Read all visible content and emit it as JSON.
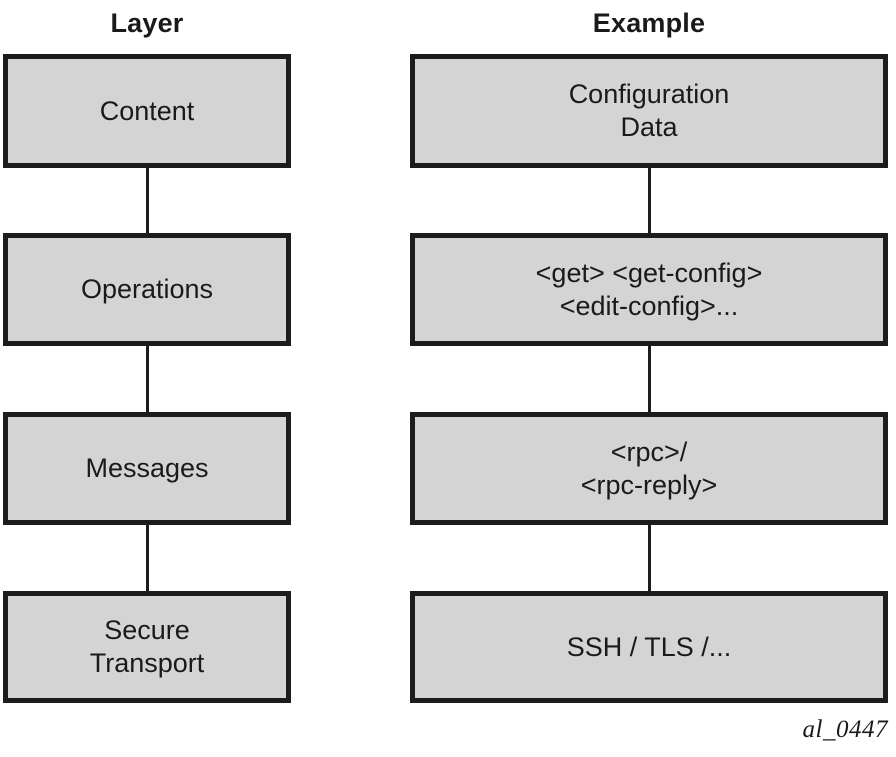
{
  "figure": {
    "caption": "al_0447",
    "box_fill_color": "#d4d4d4",
    "box_border_color": "#1c1c1c",
    "text_color": "#1a1a1a",
    "background_color": "#ffffff"
  },
  "columns": {
    "layer": {
      "header": "Layer",
      "boxes": [
        {
          "label": "Content"
        },
        {
          "label": "Operations"
        },
        {
          "label": "Messages"
        },
        {
          "label": "Secure\nTransport"
        }
      ]
    },
    "example": {
      "header": "Example",
      "boxes": [
        {
          "label": "Configuration\nData"
        },
        {
          "label": "<get> <get-config>\n<edit-config>..."
        },
        {
          "label": "<rpc>/\n<rpc-reply>"
        },
        {
          "label": "SSH / TLS /..."
        }
      ]
    }
  },
  "connectors": [
    {
      "from": "Content",
      "to": "Operations"
    },
    {
      "from": "Operations",
      "to": "Messages"
    },
    {
      "from": "Messages",
      "to": "Secure Transport"
    },
    {
      "from": "Configuration Data",
      "to": "<get> <get-config> <edit-config>..."
    },
    {
      "from": "<get> <get-config> <edit-config>...",
      "to": "<rpc>/<rpc-reply>"
    },
    {
      "from": "<rpc>/<rpc-reply>",
      "to": "SSH / TLS /..."
    }
  ]
}
